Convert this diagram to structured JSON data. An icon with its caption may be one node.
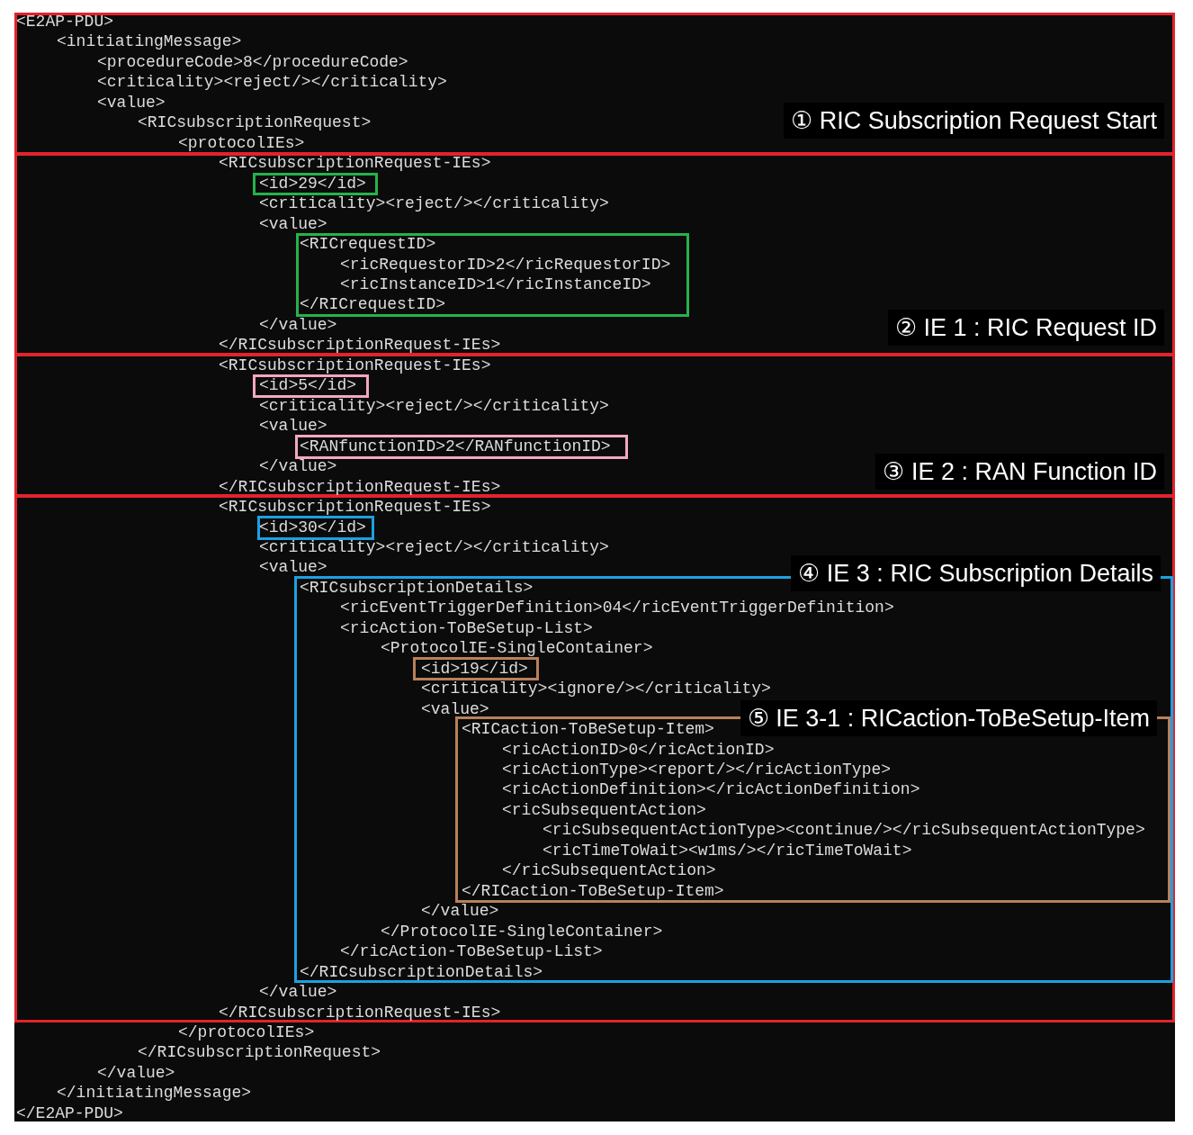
{
  "diagram": {
    "nodes": [
      {
        "text": [
          "<E2AP-PDU>",
          "<initiatingMessage>",
          "<procedureCode>8</procedureCode>",
          "<criticality><reject/></criticality>",
          "<value>",
          "<RICsubscriptionRequest>",
          "<protocolIEs>",
          "① RIC Subscription Request Start"
        ]
      },
      {
        "text": [
          "<RICsubscriptionRequest-IEs>",
          "<criticality><reject/></criticality>",
          "<value>",
          "</value>",
          "</RICsubscriptionRequest-IEs>",
          "② IE 1 : RIC Request ID"
        ]
      },
      {
        "text": [
          "<id>29</id>"
        ],
        "in": 1
      },
      {
        "text": [
          "<RICrequestID>",
          "<ricRequestorID>2</ricRequestorID>",
          "<ricInstanceID>1</ricInstanceID>",
          "</RICrequestID>"
        ],
        "in": 1
      },
      {
        "text": [
          "<RICsubscriptionRequest-IEs>",
          "<criticality><reject/></criticality>",
          "<value>",
          "</value>",
          "</RICsubscriptionRequest-IEs>",
          "③ IE 2 : RAN Function ID"
        ]
      },
      {
        "text": [
          "<id>5</id>"
        ],
        "in": 4
      },
      {
        "text": [
          "<RANfunctionID>2</RANfunctionID>"
        ],
        "in": 4
      },
      {
        "text": [
          "<RICsubscriptionRequest-IEs>",
          "<criticality><reject/></criticality>",
          "<value>",
          "</value>",
          "</RICsubscriptionRequest-IEs>"
        ]
      },
      {
        "text": [
          "<id>30</id>"
        ],
        "in": 7
      },
      {
        "text": [
          "④ IE 3 : RIC Subscription Details",
          "<RICsubscriptionDetails>",
          "<ricEventTriggerDefinition>04</ricEventTriggerDefinition>",
          "<ricAction-ToBeSetup-List>",
          "<ProtocolIE-SingleContainer>",
          "<criticality><ignore/></criticality>",
          "<value>",
          "</value>",
          "</ProtocolIE-SingleContainer>",
          "</ricAction-ToBeSetup-List>",
          "</RICsubscriptionDetails>"
        ],
        "in": 7
      },
      {
        "text": [
          "<id>19</id>"
        ],
        "in": 9
      },
      {
        "text": [
          "<RICaction-ToBeSetup-Item>",
          "⑤ IE 3-1 : RICaction-ToBeSetup-Item",
          "<ricActionID>0</ricActionID>",
          "<ricActionType><report/></ricActionType>",
          "<ricActionDefinition></ricActionDefinition>",
          "<ricSubsequentAction>",
          "<ricSubsequentActionType><continue/></ricSubsequentActionType>",
          "<ricTimeToWait><w1ms/></ricTimeToWait>",
          "</ricSubsequentAction>",
          "</RICaction-ToBeSetup-Item>"
        ],
        "in": 9
      }
    ],
    "labels": [
      "</protocolIEs>",
      "</RICsubscriptionRequest>",
      "</value>",
      "</initiatingMessage>",
      "</E2AP-PDU>"
    ]
  }
}
